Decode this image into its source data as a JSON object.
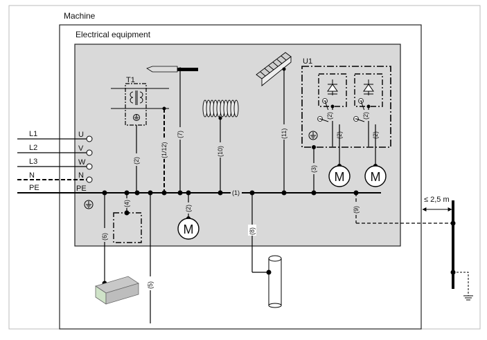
{
  "labels": {
    "machine": "Machine",
    "equipment": "Electrical equipment",
    "transformer": "T1",
    "unit": "U1",
    "distance": "≤ 2,5 m"
  },
  "terminals": [
    {
      "line": "L1",
      "terminal": "U"
    },
    {
      "line": "L2",
      "terminal": "V"
    },
    {
      "line": "L3",
      "terminal": "W"
    },
    {
      "line": "N",
      "terminal": "N"
    },
    {
      "line": "PE",
      "terminal": "PE"
    }
  ],
  "conductors": {
    "c1": "(1)",
    "c2_t1": "(2)",
    "c2_motor": "(2)",
    "c2_u1a": "(2)",
    "c2_u1b": "(2)",
    "c2_u1c": "(2)",
    "c2_u1d": "(2)",
    "c3": "(3)",
    "c4": "(4)",
    "c5": "(5)",
    "c6": "(6)",
    "c7": "(7)",
    "c8": "(8)",
    "c9": "(9)",
    "c10": "(10)",
    "c11": "(11)",
    "c112": "(1/12)"
  },
  "motors": {
    "m1": "M",
    "m2": "M",
    "m3": "M"
  }
}
